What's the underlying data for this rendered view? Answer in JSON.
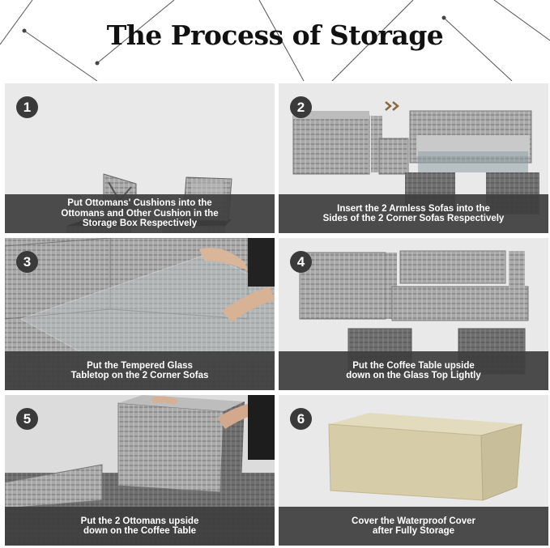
{
  "title": "The Process of Storage",
  "steps": [
    {
      "number": "1",
      "line1": "Put Ottomans' Cushions into the",
      "line2": "Ottomans and Other Cushion in the",
      "line3": "Storage Box Respectively"
    },
    {
      "number": "2",
      "line1": "Insert the 2 Armless Sofas into the",
      "line2": "Sides of the 2 Corner Sofas Respectively",
      "line3": ""
    },
    {
      "number": "3",
      "line1": "Put the Tempered Glass",
      "line2": "Tabletop on the 2 Corner Sofas",
      "line3": ""
    },
    {
      "number": "4",
      "line1": "Put the Coffee Table upside",
      "line2": "down on the Glass Top Lightly",
      "line3": ""
    },
    {
      "number": "5",
      "line1": "Put the 2 Ottomans upside",
      "line2": "down on the Coffee Table",
      "line3": ""
    },
    {
      "number": "6",
      "line1": "Cover the Waterproof Cover",
      "line2": "after Fully Storage",
      "line3": ""
    }
  ],
  "icons": {
    "arrow": "double-chevron-right-icon"
  },
  "colors": {
    "caption_bg": "#3e3e3e",
    "wicker": "#9a9a9a",
    "cover": "#d8cfae"
  }
}
